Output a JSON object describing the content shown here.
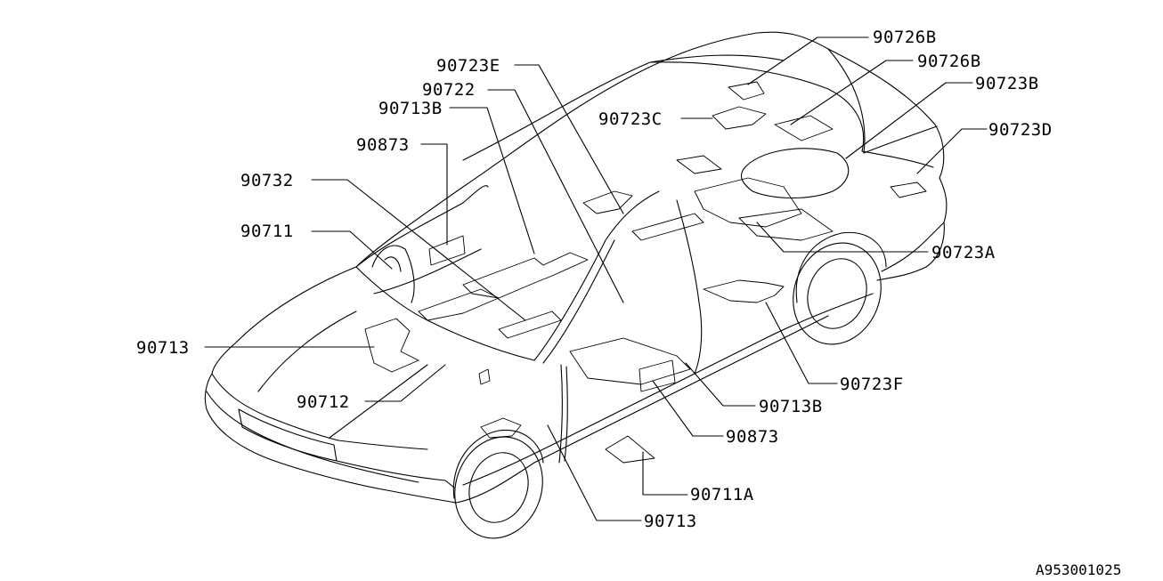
{
  "diagram": {
    "part_labels": {
      "p90726B_1": "90726B",
      "p90726B_2": "90726B",
      "p90723B": "90723B",
      "p90723D": "90723D",
      "p90723E": "90723E",
      "p90722": "90722",
      "p90713B_top": "90713B",
      "p90723C": "90723C",
      "p90873_top": "90873",
      "p90732": "90732",
      "p90711": "90711",
      "p90713_left": "90713",
      "p90712": "90712",
      "p90723A": "90723A",
      "p90723F": "90723F",
      "p90713B_bottom": "90713B",
      "p90873_bottom": "90873",
      "p90711A": "90711A",
      "p90713_bottom": "90713"
    },
    "figure_code": "A953001025"
  }
}
